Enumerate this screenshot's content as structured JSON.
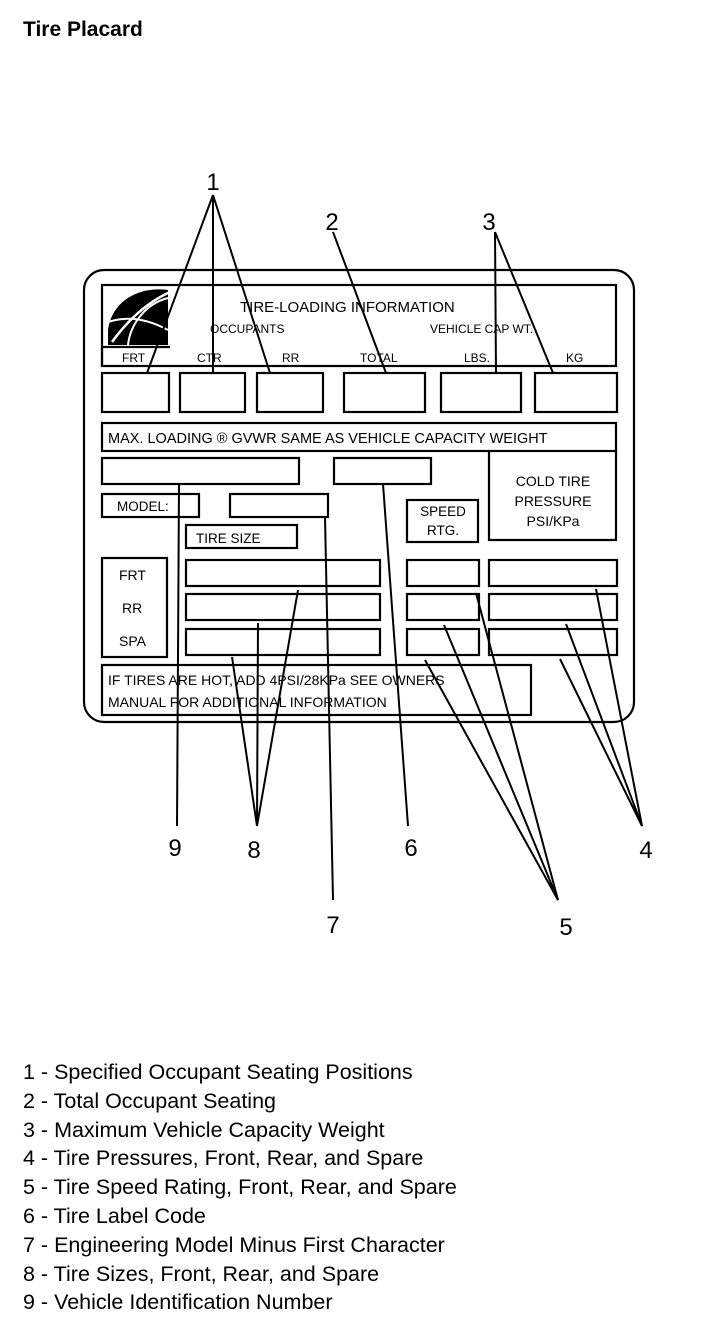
{
  "title": "Tire Placard",
  "placard": {
    "header_title": "TIRE-LOADING INFORMATION",
    "occupants_label": "OCCUPANTS",
    "vehicle_cap_label": "VEHICLE CAP WT.",
    "col_frt": "FRT",
    "col_ctr": "CTR",
    "col_rr": "RR",
    "col_total": "TOTAL",
    "col_lbs": "LBS.",
    "col_kg": "KG",
    "max_loading": "MAX. LOADING ® GVWR SAME AS VEHICLE CAPACITY WEIGHT",
    "cold_tire_1": "COLD TIRE",
    "cold_tire_2": "PRESSURE",
    "cold_tire_3": "PSI/KPa",
    "model_label": "MODEL:",
    "speed_1": "SPEED",
    "speed_2": "RTG.",
    "tire_size": "TIRE SIZE",
    "row_frt": "FRT",
    "row_rr": "RR",
    "row_spa": "SPA",
    "note_1": "IF TIRES ARE HOT, ADD 4PSI/28KPa SEE OWNERS",
    "note_2": "MANUAL FOR ADDITIONAL INFORMATION"
  },
  "callouts": {
    "c1": "1",
    "c2": "2",
    "c3": "3",
    "c4": "4",
    "c5": "5",
    "c6": "6",
    "c7": "7",
    "c8": "8",
    "c9": "9"
  },
  "legend": [
    "1 - Specified Occupant Seating Positions",
    "2 - Total Occupant Seating",
    "3 - Maximum Vehicle Capacity Weight",
    "4 - Tire Pressures, Front, Rear, and Spare",
    "5 - Tire Speed Rating, Front, Rear, and Spare",
    "6 - Tire Label Code",
    "7 - Engineering Model Minus First Character",
    "8 - Tire Sizes, Front, Rear, and Spare",
    "9 - Vehicle Identification Number"
  ]
}
